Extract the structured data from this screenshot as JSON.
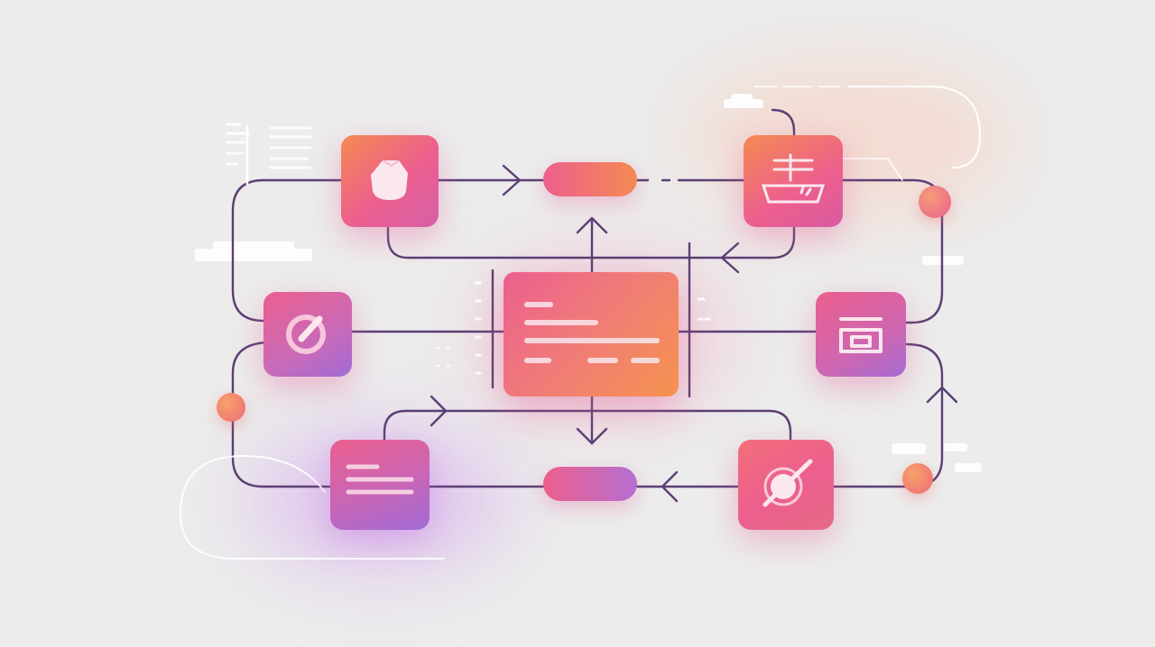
{
  "diagram": {
    "text": [],
    "colors": {
      "background": "#ececec",
      "connector": "#5b3f74",
      "gradient_warm": "#f58a52",
      "gradient_pink": "#ec5f8e",
      "gradient_violet": "#a06bd6",
      "icon": "#fbe7ee"
    },
    "nodes": [
      {
        "id": "top-left",
        "icon": "user-avatar-icon"
      },
      {
        "id": "top-pill",
        "icon": "none"
      },
      {
        "id": "top-right",
        "icon": "inbox-tray-icon"
      },
      {
        "id": "center-panel",
        "icon": "text-lines-icon"
      },
      {
        "id": "mid-left",
        "icon": "target-icon"
      },
      {
        "id": "mid-right",
        "icon": "printer-icon"
      },
      {
        "id": "bottom-left",
        "icon": "document-lines-icon"
      },
      {
        "id": "bottom-pill",
        "icon": "none"
      },
      {
        "id": "bottom-right",
        "icon": "disc-slash-icon"
      }
    ],
    "connectors": [
      {
        "from": "top-left",
        "to": "top-pill",
        "arrow": "right"
      },
      {
        "from": "top-pill",
        "to": "top-right",
        "arrow": "none"
      },
      {
        "from": "top-right",
        "to": "top-left",
        "arrow": "left"
      },
      {
        "from": "center-panel",
        "to": "top-pill",
        "arrow": "up"
      },
      {
        "from": "center-panel",
        "to": "bottom-pill",
        "arrow": "down"
      },
      {
        "from": "mid-left",
        "to": "center-panel",
        "arrow": "none"
      },
      {
        "from": "center-panel",
        "to": "mid-right",
        "arrow": "none"
      },
      {
        "from": "bottom-left",
        "to": "bottom-right",
        "arrow": "right"
      },
      {
        "from": "bottom-right",
        "to": "bottom-pill",
        "arrow": "left"
      },
      {
        "from": "bottom-pill",
        "to": "bottom-left",
        "arrow": "none"
      },
      {
        "from": "mid-right",
        "to": "top-right",
        "arrow": "up"
      }
    ]
  }
}
